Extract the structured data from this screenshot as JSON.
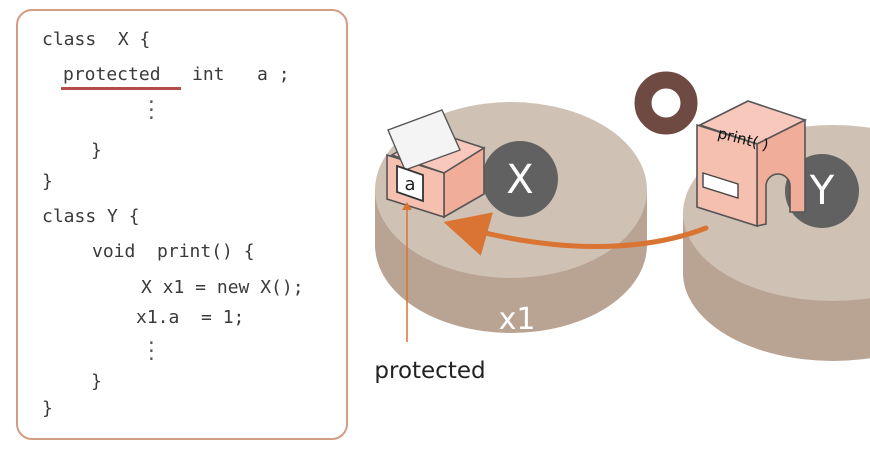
{
  "code": {
    "lines": [
      "class  X {",
      "protected",
      "int   a ;",
      "}",
      "}",
      "class Y {",
      "void  print() {",
      "X x1 = new X();",
      "x1.a  = 1;",
      "}",
      "}"
    ]
  },
  "diagram": {
    "object_x_label": "X",
    "object_y_label": "Y",
    "instance_label": "x1",
    "field_label": "a",
    "method_label": "print( )",
    "access_label": "protected"
  },
  "colors": {
    "frame": "#d29d83",
    "code_text": "#3a3a3a",
    "underline": "#b54b4b",
    "disk_top": "#cfc1b4",
    "disk_side": "#b9a393",
    "badge": "#616161",
    "arrow": "#d97432",
    "ring": "#6f4a42",
    "box": "#f6c0b0"
  }
}
